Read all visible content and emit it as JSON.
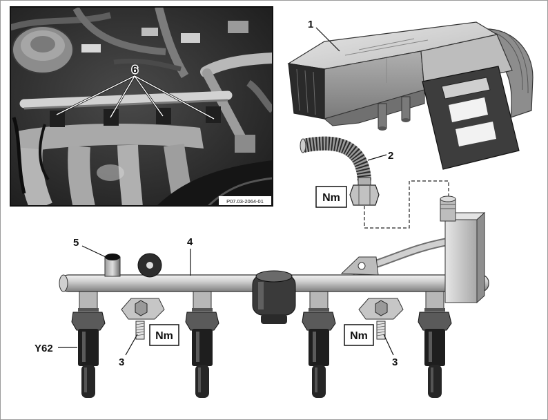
{
  "figure": {
    "photo_reference": "P07.03-2064-01"
  },
  "labels": {
    "item_1": "1",
    "item_2": "2",
    "item_3_left": "3",
    "item_3_right": "3",
    "item_4": "4",
    "item_5": "5",
    "item_6": "6",
    "injector_code": "Y62"
  },
  "torque": {
    "hose_nut": "Nm",
    "bracket_left": "Nm",
    "bracket_right": "Nm"
  }
}
